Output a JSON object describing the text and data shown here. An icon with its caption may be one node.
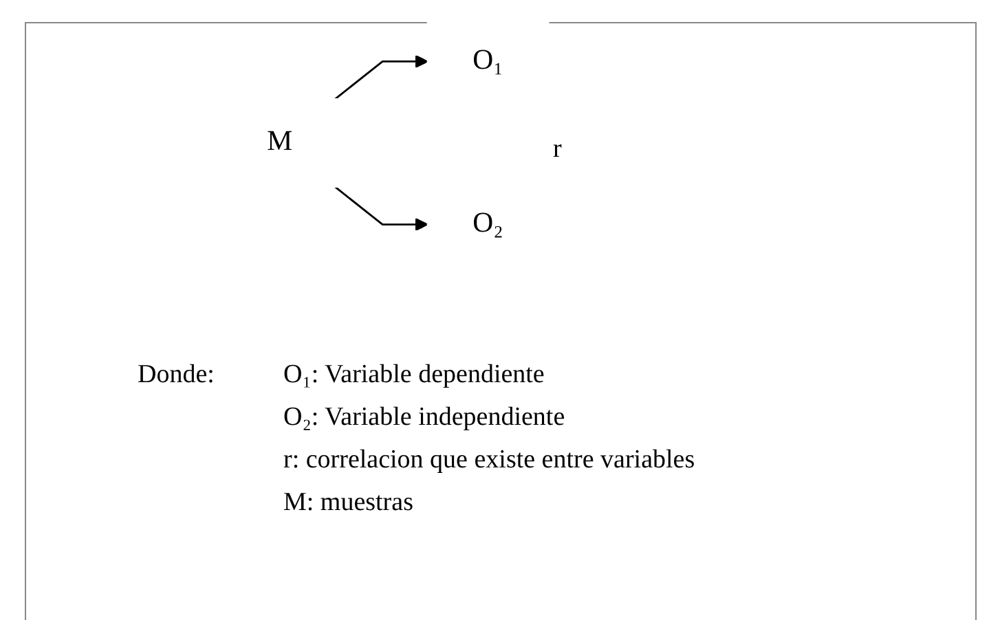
{
  "diagram": {
    "nodes": [
      {
        "text": [
          "M"
        ]
      },
      {
        "text": [
          "O₁"
        ]
      },
      {
        "text": [
          "O₂"
        ]
      }
    ],
    "edges": [
      {
        "from": 0,
        "to": 1,
        "arrow": "to"
      },
      {
        "from": 0,
        "to": 2,
        "arrow": "to"
      }
    ],
    "labels": [
      "r",
      "Donde:",
      "O₁: Variable dependiente",
      "O₂: Variable independiente",
      "r: correlacion que existe entre variables",
      "M: muestras"
    ]
  }
}
